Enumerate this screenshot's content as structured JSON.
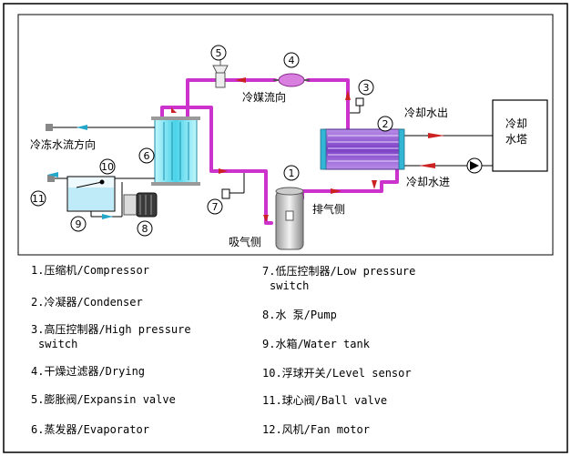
{
  "annotations": {
    "refrigerant_flow": "冷媒流向",
    "chilled_water_flow": "冷冻水流方向",
    "cooling_water_out": "冷却水出",
    "cooling_water_in": "冷却水进",
    "cooling_tower_line1": "冷却",
    "cooling_tower_line2": "水塔",
    "discharge_side": "排气侧",
    "suction_side": "吸气侧"
  },
  "markers": [
    "1",
    "2",
    "3",
    "4",
    "5",
    "6",
    "7",
    "8",
    "9",
    "10",
    "11"
  ],
  "legend": {
    "left": [
      {
        "line1": "1.压缩机/Compressor",
        "line2": ""
      },
      {
        "line1": "2.冷凝器/Condenser",
        "line2": ""
      },
      {
        "line1": "3.高压控制器/High pressure",
        "line2": "switch"
      },
      {
        "line1": "4.干燥过滤器/Drying",
        "line2": ""
      },
      {
        "line1": "5.膨胀阀/Expansin valve",
        "line2": ""
      },
      {
        "line1": "6.蒸发器/Evaporator",
        "line2": ""
      }
    ],
    "right": [
      {
        "line1": "7.低压控制器/Low pressure",
        "line2": "switch"
      },
      {
        "line1": "8.水 泵/Pump",
        "line2": ""
      },
      {
        "line1": "9.水箱/Water tank",
        "line2": ""
      },
      {
        "line1": "10.浮球开关/Level sensor",
        "line2": ""
      },
      {
        "line1": "11.球心阀/Ball valve",
        "line2": ""
      },
      {
        "line1": "12.风机/Fan motor",
        "line2": ""
      }
    ]
  },
  "colors": {
    "refrigerant_pipe": "#cc33cc",
    "water_pipe": "#22a7c9",
    "arrow_red": "#cc2222",
    "exchanger_cyan": "#7fe3f2",
    "condenser_purple": "#8855cc"
  }
}
